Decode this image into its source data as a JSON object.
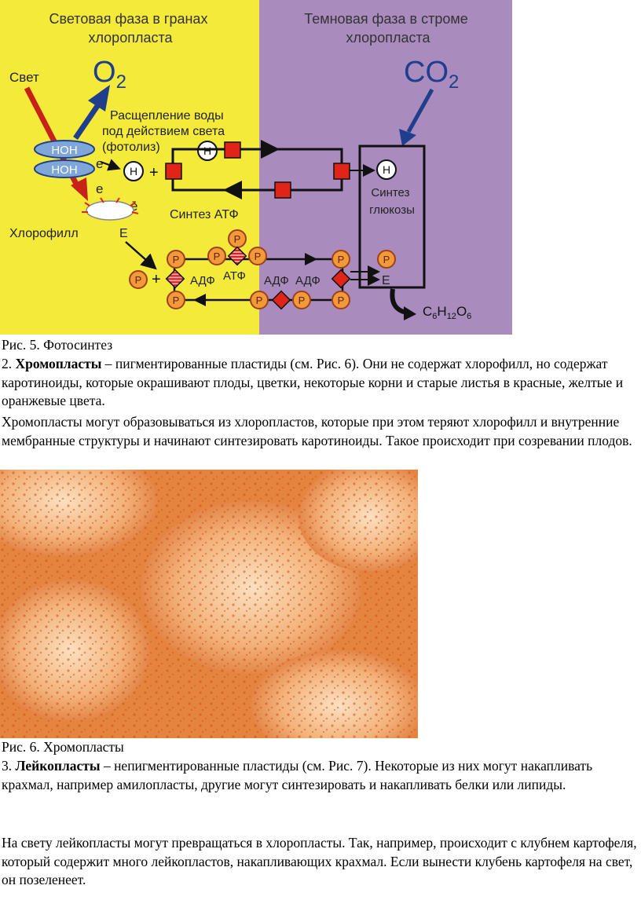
{
  "figure5": {
    "light_phase_title": [
      "Световая фаза в гранах",
      "хлоропласта"
    ],
    "dark_phase_title": [
      "Темновая фаза в строме",
      "хлоропласта"
    ],
    "light_label": "Свет",
    "o2_main": "O",
    "o2_sub": "2",
    "co2_main": "CO",
    "co2_sub": "2",
    "photolysis": [
      "Расщепление воды",
      "под действием света",
      "(фотолиз)"
    ],
    "hoh": "HOH",
    "electron": "e",
    "electron_minus": "ē",
    "hydrogen": "H",
    "chlorophyll": "Хлорофилл",
    "energy": "E",
    "atp_synthesis": "Синтез АТФ",
    "glucose_synthesis": [
      "Синтез",
      "глюкозы"
    ],
    "phosphate": "P",
    "adp": "АДФ",
    "atp": "АТФ",
    "plus": "+",
    "glucose_formula": {
      "c": "C",
      "c_n": "6",
      "h": "H",
      "h_n": "12",
      "o": "O",
      "o_n": "6"
    },
    "colors": {
      "light_bg": "#f3ea3a",
      "dark_bg": "#a98bbd",
      "red": "#e02418",
      "navy": "#1f3e8c",
      "orange": "#f09a3a"
    }
  },
  "caption5": "Рис. 5. Фотосинтез",
  "item2": {
    "number": "2.",
    "term": "Хромопласты",
    "text": " – пигментированные пластиды (см. Рис. 6). Они не содержат хлорофилл, но содержат каротиноиды, которые окрашивают плоды, цветки, некоторые корни и старые листья в красные, желтые и оранжевые цвета."
  },
  "para_chromo": "Хромопласты могут образовываться из хлоропластов, которые при этом теряют хлорофилл и внутренние мембранные структуры и начинают синтезировать каротиноиды. Такое происходит при созревании плодов.",
  "caption6": "Рис. 6. Хромопласты",
  "item3": {
    "number": "3.",
    "term": "Лейкопласты",
    "text": " – непигментированные пластиды (см. Рис. 7). Некоторые из них могут накапливать крахмал, например амилопласты, другие могут синтезировать и накапливать белки или липиды."
  },
  "para_leuco": "На свету лейкопласты могут превращаться в хлоропласты. Так, например, происходит с клубнем картофеля, который содержит много лейкопластов, накапливающих крахмал. Если вынести клубень картофеля на свет, он позеленеет."
}
